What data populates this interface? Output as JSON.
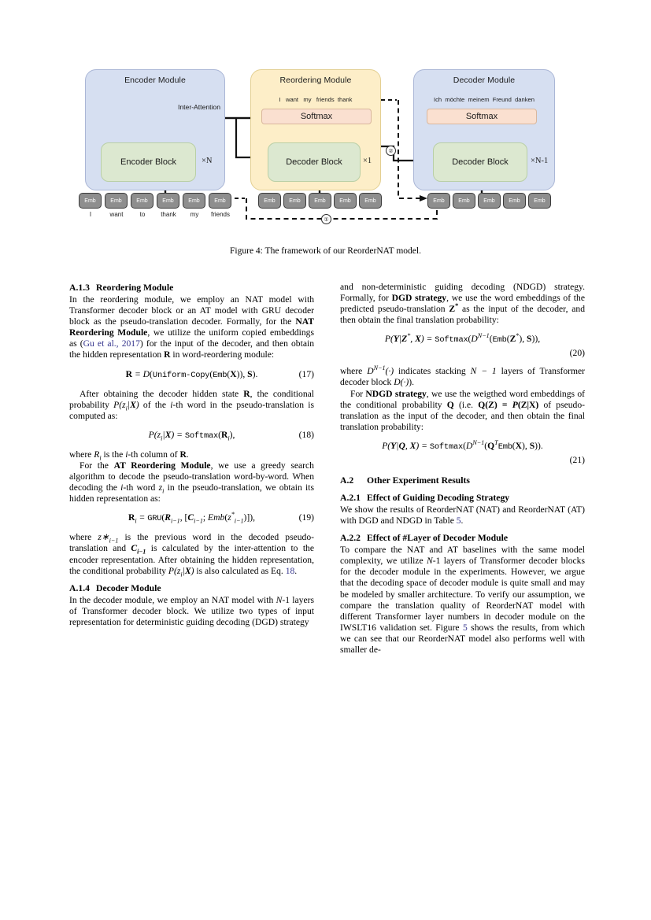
{
  "figure": {
    "caption": "Figure 4:  The framework of our ReorderNAT model.",
    "modules": [
      {
        "title": "Encoder Module",
        "kind": "encoder"
      },
      {
        "title": "Reordering Module",
        "kind": "reordering"
      },
      {
        "title": "Decoder Module",
        "kind": "decoder"
      }
    ],
    "encoder": {
      "title": "Encoder Module",
      "block_label": "Encoder Block",
      "repeat_label": "×N",
      "inter_attention_label": "Inter-Attention",
      "emb_label": "Emb",
      "tokens": [
        "I",
        "want",
        "to",
        "thank",
        "my",
        "friends"
      ]
    },
    "reordering": {
      "title": "Reordering Module",
      "output_tokens": [
        "I",
        "want",
        "my",
        "friends",
        "thank"
      ],
      "softmax_label": "Softmax",
      "block_label": "Decoder Block",
      "repeat_label": "×1",
      "emb_label": "Emb",
      "emb_count": 5
    },
    "decoder": {
      "title": "Decoder Module",
      "output_tokens": [
        "Ich",
        "möchte",
        "meinem",
        "Freund",
        "danken"
      ],
      "softmax_label": "Softmax",
      "block_label": "Decoder Block",
      "repeat_label": "×N-1",
      "emb_label": "Emb",
      "emb_count": 5
    },
    "flow_markers": [
      "①",
      "②"
    ],
    "colors": {
      "encoder_module_bg": "#d6dff1",
      "reordering_module_bg": "#fdeec8",
      "decoder_module_bg": "#d6dff1",
      "block_bg": "#dce8d0",
      "softmax_bg": "#fae0d0",
      "emb_bg": "#8e8e8e"
    }
  },
  "left_column": {
    "section_a13": {
      "number": "A.1.3",
      "title": "Reordering Module"
    },
    "p1_a": "In the reordering module, we employ an NAT model with Transformer decoder block or an AT model with GRU decoder block as the pseudo-translation decoder. Formally, for the ",
    "p1_bold1": "NAT Reordering Module",
    "p1_b": ", we utilize the uniform copied embeddings as (",
    "p1_cite": "Gu et al., 2017",
    "p1_c": ") for the input of the decoder, and then obtain the hidden representation ",
    "p1_R": "R",
    "p1_d": " in word-reordering module:",
    "eq17": {
      "body": "R = D(Uniform-Copy(Emb(X)), S).",
      "tag": "(17)"
    },
    "p2_a": "After obtaining the decoder hidden state ",
    "p2_R": "R",
    "p2_b": ", the conditional probability ",
    "p2_prob": "P(z_i|X)",
    "p2_c": " of the ",
    "p2_i": "i",
    "p2_d": "-th word in the pseudo-translation is computed as:",
    "eq18": {
      "body": "P(z_i|X) = Softmax(R_i),",
      "tag": "(18)"
    },
    "p3_a": "where ",
    "p3_Ri": "R_i",
    "p3_b": " is the ",
    "p3_i": "i",
    "p3_c": "-th column of ",
    "p3_R": "R",
    "p3_d": ".",
    "p4_a": "For the ",
    "p4_bold": "AT Reordering Module",
    "p4_b": ", we use a greedy search algorithm to decode the pseudo-translation word-by-word. When decoding the ",
    "p4_i": "i",
    "p4_c": "-th word ",
    "p4_zi": "z_i",
    "p4_d": " in the pseudo-translation, we obtain its hidden representation as:",
    "eq19": {
      "body": "R_i = GRU(R_{i-1}, [C_{i-1}; Emb(z*_{i-1})]),",
      "tag": "(19)"
    },
    "p5_a": "where ",
    "p5_z": "z*_{i-1}",
    "p5_b": " is the previous word in the decoded pseudo-translation and ",
    "p5_C": "C_{i-1}",
    "p5_c": " is calculated by the inter-attention to the encoder representation. After obtaining the hidden representation, the conditional probability ",
    "p5_prob": "P(z_i|X)",
    "p5_d": " is also calculated as Eq. ",
    "p5_ref": "18",
    "p5_e": ".",
    "section_a14": {
      "number": "A.1.4",
      "title": "Decoder Module"
    },
    "p6_a": "In the decoder module, we employ an NAT model with ",
    "p6_N": "N",
    "p6_b": "-1 layers of Transformer decoder block. We utilize two types of input representation for deterministic guiding decoding (DGD) strategy"
  },
  "right_column": {
    "p1_a": "and non-deterministic guiding decoding (NDGD) strategy. Formally, for ",
    "p1_bold": "DGD strategy",
    "p1_b": ", we use the word embeddings of the predicted pseudo-translation ",
    "p1_Z": "Z*",
    "p1_c": " as the input of the decoder, and then obtain the final translation probability:",
    "eq20": {
      "body": "P(Y|Z*, X) = Softmax(D^{N-1}(Emb(Z*), S)),",
      "tag": "(20)"
    },
    "p2_a": "where ",
    "p2_D": "D^{N-1}(·)",
    "p2_b": " indicates stacking ",
    "p2_N": "N − 1",
    "p2_c": " layers of Transformer decoder block ",
    "p2_Dd": "D(·)",
    "p2_d": ").",
    "p3_a": "For ",
    "p3_bold": "NDGD strategy",
    "p3_b": ", we use the weigthed word embeddings of the conditional probability ",
    "p3_Q": "Q",
    "p3_c": " (i.e. ",
    "p3_QZ": "Q(Z) = P(Z|X)",
    "p3_d": " of pseudo-translation as the input of the decoder, and then obtain the final translation probability:",
    "eq21": {
      "body": "P(Y|Q, X) = Softmax(D^{N-1}(Q^T Emb(X), S)).",
      "tag": "(21)"
    },
    "section_a2": {
      "number": "A.2",
      "title": "Other Experiment Results"
    },
    "section_a21": {
      "number": "A.2.1",
      "title": "Effect of Guiding Decoding Strategy"
    },
    "p4_a": "We show the results of ReorderNAT (NAT) and ReorderNAT (AT) with DGD and NDGD in Table ",
    "p4_ref": "5",
    "p4_b": ".",
    "section_a22": {
      "number": "A.2.2",
      "title": "Effect of #Layer of Decoder Module"
    },
    "p5_a": "To compare the NAT and AT baselines with the same model complexity, we utilize ",
    "p5_N": "N",
    "p5_b": "-1 layers of Transformer decoder blocks for the decoder module in the experiments. However, we argue that the decoding space of decoder module is quite small and may be modeled by smaller architecture. To verify our assumption, we compare the translation quality of ReorderNAT model with different Transformer layer numbers in decoder module on the IWSLT16 validation set. Figure ",
    "p5_ref": "5",
    "p5_c": " shows the results, from which we can see that our ReorderNAT model also performs well with smaller de-"
  }
}
